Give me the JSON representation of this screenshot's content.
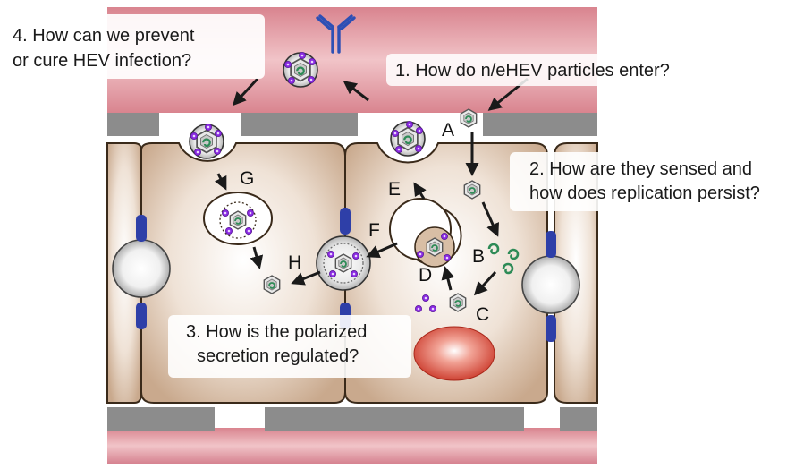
{
  "questions": {
    "q1": "1. How do n/eHEV particles enter?",
    "q2_line1": "2. How are they sensed and",
    "q2_line2": "how does replication persist?",
    "q3_line1": "3. How is the polarized",
    "q3_line2": "secretion regulated?",
    "q4_line1": "4. How can we prevent",
    "q4_line2": "or cure HEV infection?"
  },
  "step_labels": {
    "A": "A",
    "B": "B",
    "C": "C",
    "D": "D",
    "E": "E",
    "F": "F",
    "G": "G",
    "H": "H"
  },
  "colors": {
    "lumen": "#e7a6ad",
    "cell": "#d8bea5",
    "tight_junction": "#2e3fa8",
    "nucleus": "#d9483a",
    "rna": "#2e8b57",
    "capsid_protein": "#9b30d9",
    "antibody": "#2d4fb5",
    "gap": "#8c8c8c"
  },
  "icons": {
    "antibody": "antibody-icon",
    "virus": "virus-particle-icon",
    "enveloped_virus": "enveloped-virus-icon",
    "rna": "viral-rna-icon",
    "nucleus": "nucleus-icon"
  }
}
